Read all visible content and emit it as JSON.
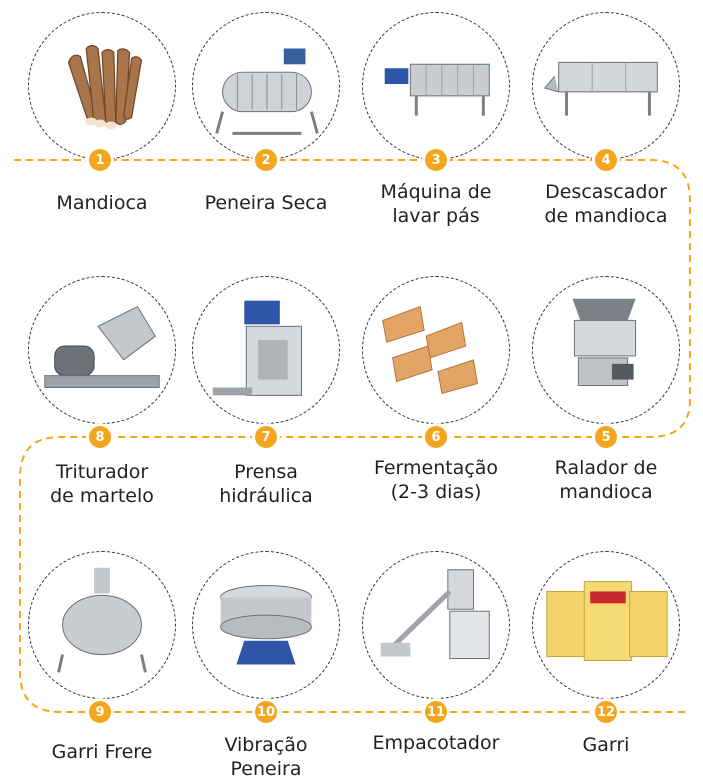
{
  "accent_color": "#f5a51c",
  "steps": [
    {
      "number": "1",
      "label": "Mandioca",
      "icon": "cassava-roots-icon"
    },
    {
      "number": "2",
      "label": "Peneira Seca",
      "icon": "drum-sieve-machine-icon"
    },
    {
      "number": "3",
      "label": "Máquina de\nlavar pás",
      "icon": "paddle-washing-machine-icon"
    },
    {
      "number": "4",
      "label": "Descascador\nde mandioca",
      "icon": "cassava-peeler-icon"
    },
    {
      "number": "5",
      "label": "Ralador de\nmandioca",
      "icon": "cassava-grater-icon"
    },
    {
      "number": "6",
      "label": "Fermentação\n(2-3 dias)",
      "icon": "fermentation-racks-icon"
    },
    {
      "number": "7",
      "label": "Prensa\nhidráulica",
      "icon": "hydraulic-press-icon"
    },
    {
      "number": "8",
      "label": "Triturador\nde martelo",
      "icon": "hammer-mill-icon"
    },
    {
      "number": "9",
      "label": "Garri Frere",
      "icon": "frying-kettle-icon"
    },
    {
      "number": "10",
      "label": "Vibração\nPeneira",
      "icon": "vibrating-sieve-icon"
    },
    {
      "number": "11",
      "label": "Empacotador",
      "icon": "powder-packer-icon"
    },
    {
      "number": "12",
      "label": "Garri",
      "icon": "garri-bags-icon"
    }
  ]
}
